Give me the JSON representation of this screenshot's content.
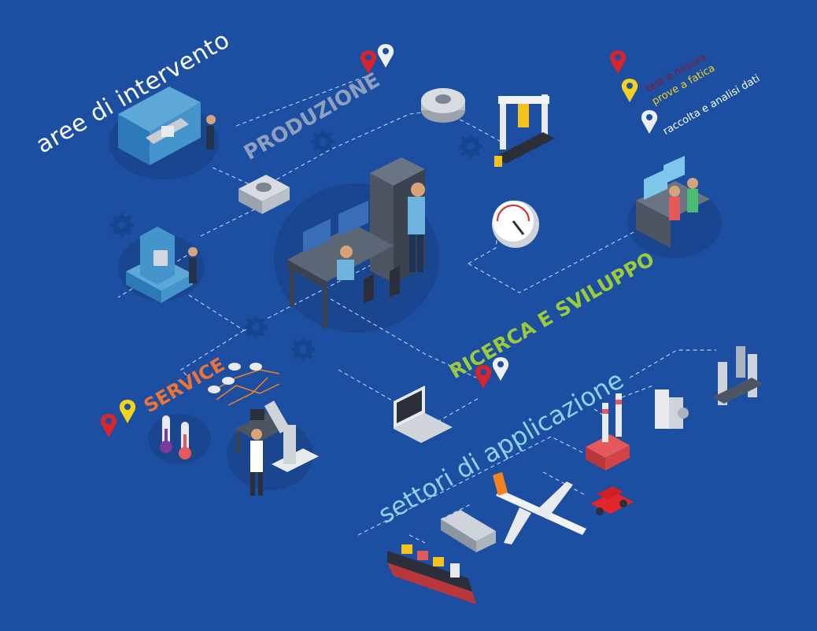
{
  "title": "aree di intervento",
  "areas": {
    "produzione": "PRODUZIONE",
    "ricerca": "RICERCA E SVILUPPO",
    "service": "SERVICE"
  },
  "sectors_title": "settori di applicazione",
  "legend": [
    {
      "label": "test e misura",
      "color": "#d8242b"
    },
    {
      "label": "prove a fatica",
      "color": "#f5d21c"
    },
    {
      "label": "raccolta e analisi dati",
      "color": "#eceff3"
    }
  ],
  "colors": {
    "background": "#1c4ea2",
    "produzione": "#8fa0be",
    "ricerca": "#9ccb3a",
    "service": "#ef7434",
    "settori": "#8fd2f0"
  },
  "icons": [
    "cnc-machine-icon",
    "milling-machine-icon",
    "flange-icon",
    "square-flange-icon",
    "fatigue-test-rig-icon",
    "gauge-icon",
    "server-workstation-icon",
    "rd-team-icon",
    "robot-arm-lab-icon",
    "thermometer-icon",
    "laptop-icon",
    "factory-icon",
    "appliances-icon",
    "industrial-press-icon",
    "car-icon",
    "airplane-icon",
    "train-icon",
    "ship-icon",
    "gear-icon",
    "map-pin-icon"
  ]
}
